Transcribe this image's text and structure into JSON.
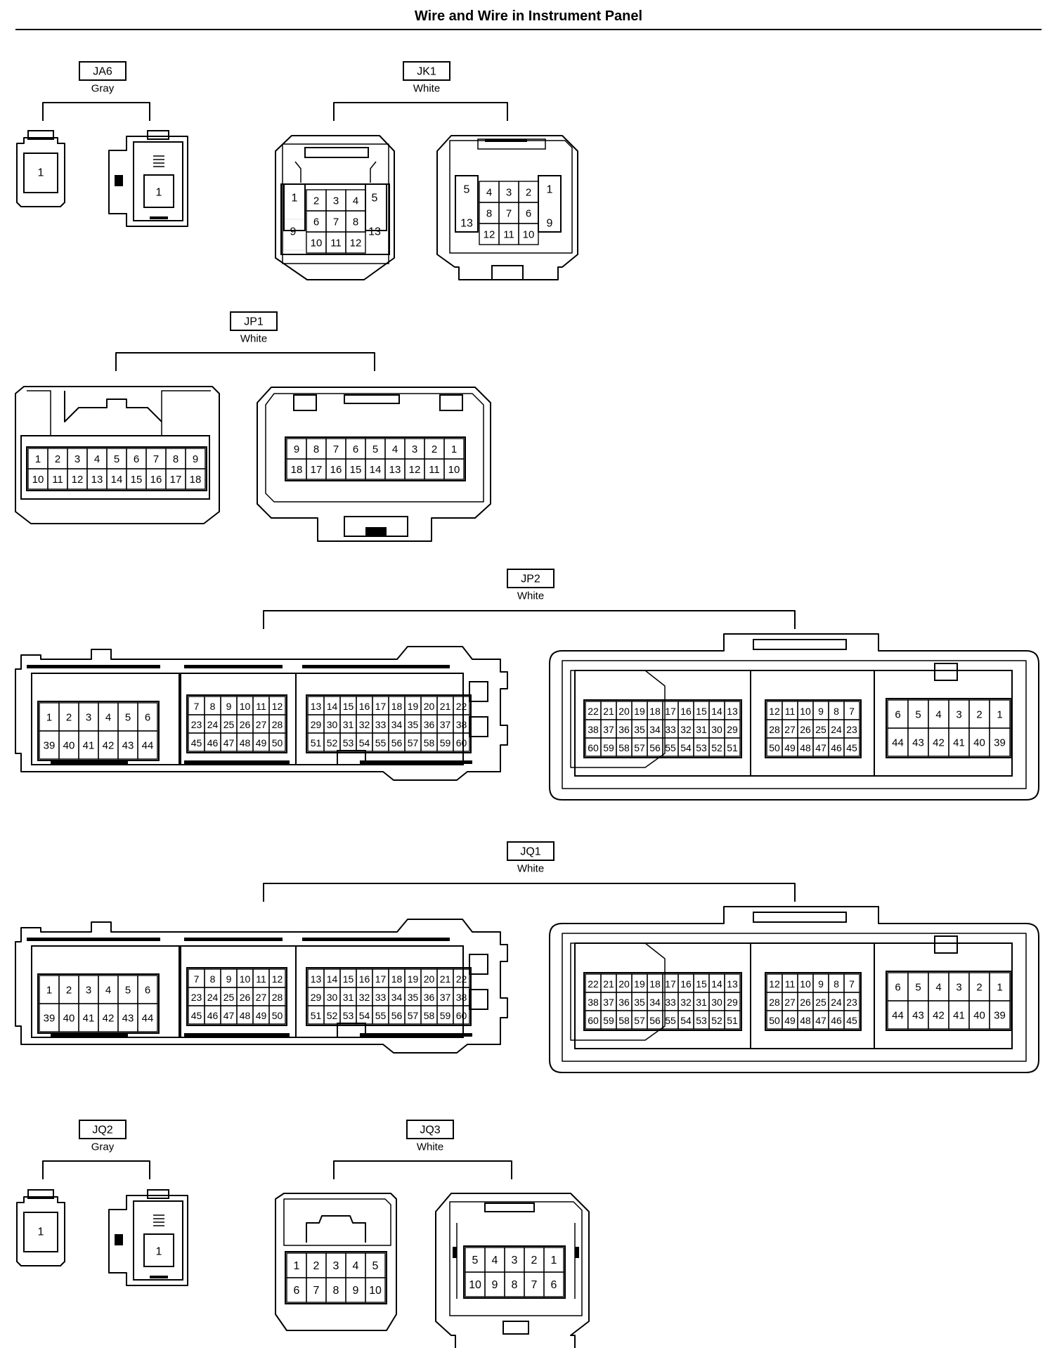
{
  "title": "Wire and Wire in Instrument Panel",
  "groups": [
    {
      "code": "JA6",
      "color": "Gray"
    },
    {
      "code": "JK1",
      "color": "White"
    },
    {
      "code": "JP1",
      "color": "White"
    },
    {
      "code": "JP2",
      "color": "White"
    },
    {
      "code": "JQ1",
      "color": "White"
    },
    {
      "code": "JQ2",
      "color": "Gray"
    },
    {
      "code": "JQ3",
      "color": "White"
    }
  ],
  "pins": {
    "single": [
      "1"
    ],
    "jk1_female": [
      [
        "1",
        "2",
        "3",
        "4",
        "5"
      ],
      [
        "9",
        "6",
        "7",
        "8",
        "13"
      ],
      [
        "10",
        "11",
        "12"
      ]
    ],
    "jk1_male": [
      [
        "5",
        "4",
        "3",
        "2",
        "1"
      ],
      [
        "13",
        "8",
        "7",
        "6",
        "9"
      ],
      [
        "12",
        "11",
        "10"
      ]
    ],
    "jp1_male": [
      [
        "1",
        "2",
        "3",
        "4",
        "5",
        "6",
        "7",
        "8",
        "9"
      ],
      [
        "10",
        "11",
        "12",
        "13",
        "14",
        "15",
        "16",
        "17",
        "18"
      ]
    ],
    "jp1_female": [
      [
        "9",
        "8",
        "7",
        "6",
        "5",
        "4",
        "3",
        "2",
        "1"
      ],
      [
        "18",
        "17",
        "16",
        "15",
        "14",
        "13",
        "12",
        "11",
        "10"
      ]
    ],
    "p60_left": [
      [
        [
          "1",
          "2",
          "3",
          "4",
          "5",
          "6"
        ],
        [
          "39",
          "40",
          "41",
          "42",
          "43",
          "44"
        ]
      ],
      [
        [
          "7",
          "8",
          "9",
          "10",
          "11",
          "12"
        ],
        [
          "23",
          "24",
          "25",
          "26",
          "27",
          "28"
        ],
        [
          "45",
          "46",
          "47",
          "48",
          "49",
          "50"
        ]
      ],
      [
        [
          "13",
          "14",
          "15",
          "16",
          "17",
          "18",
          "19",
          "20",
          "21",
          "22"
        ],
        [
          "29",
          "30",
          "31",
          "32",
          "33",
          "34",
          "35",
          "36",
          "37",
          "38"
        ],
        [
          "51",
          "52",
          "53",
          "54",
          "55",
          "56",
          "57",
          "58",
          "59",
          "60"
        ]
      ]
    ],
    "p60_right": [
      [
        [
          "22",
          "21",
          "20",
          "19",
          "18",
          "17",
          "16",
          "15",
          "14",
          "13"
        ],
        [
          "38",
          "37",
          "36",
          "35",
          "34",
          "33",
          "32",
          "31",
          "30",
          "29"
        ],
        [
          "60",
          "59",
          "58",
          "57",
          "56",
          "55",
          "54",
          "53",
          "52",
          "51"
        ]
      ],
      [
        [
          "12",
          "11",
          "10",
          "9",
          "8",
          "7"
        ],
        [
          "28",
          "27",
          "26",
          "25",
          "24",
          "23"
        ],
        [
          "50",
          "49",
          "48",
          "47",
          "46",
          "45"
        ]
      ],
      [
        [
          "6",
          "5",
          "4",
          "3",
          "2",
          "1"
        ],
        [
          "44",
          "43",
          "42",
          "41",
          "40",
          "39"
        ]
      ]
    ],
    "jq3_male": [
      [
        "1",
        "2",
        "3",
        "4",
        "5"
      ],
      [
        "6",
        "7",
        "8",
        "9",
        "10"
      ]
    ],
    "jq3_female": [
      [
        "5",
        "4",
        "3",
        "2",
        "1"
      ],
      [
        "10",
        "9",
        "8",
        "7",
        "6"
      ]
    ]
  }
}
